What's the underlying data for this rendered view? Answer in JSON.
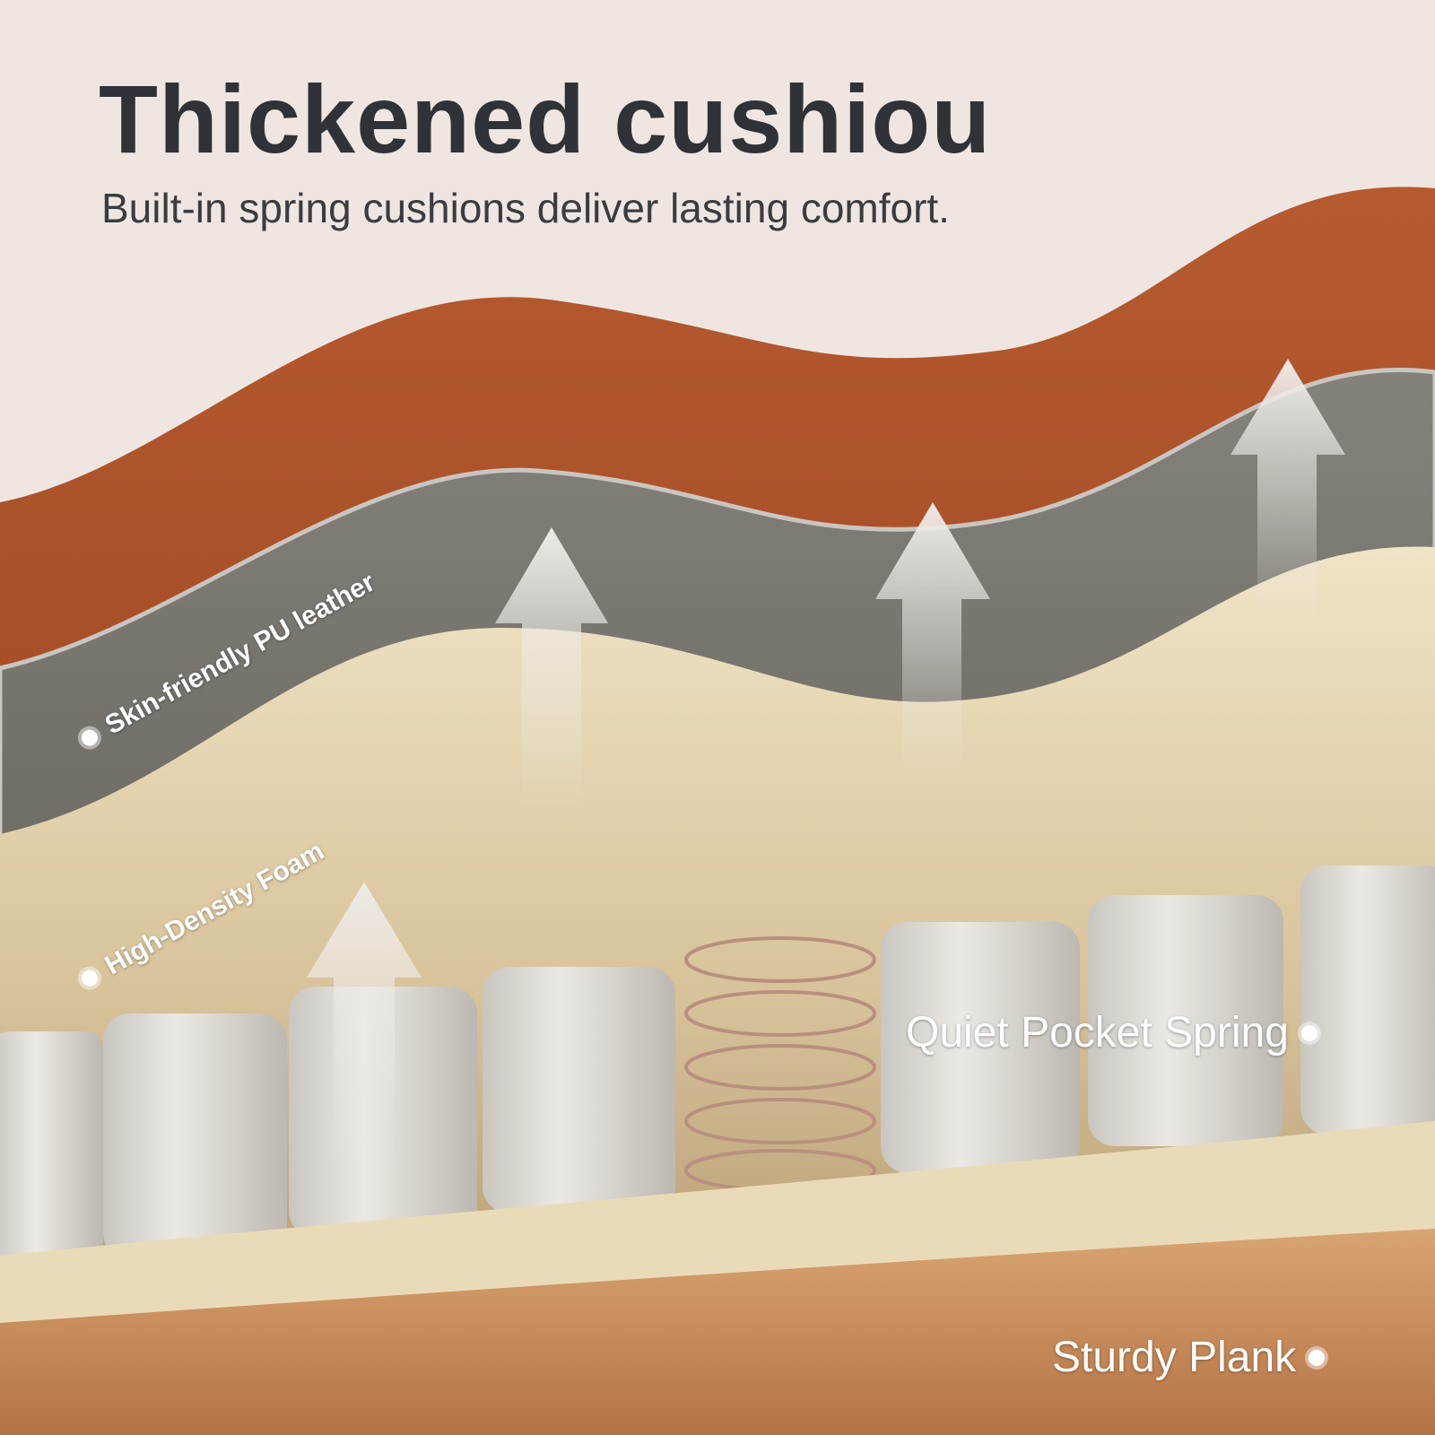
{
  "header": {
    "title": "Thickened cushiou",
    "subtitle": "Built-in spring cushions deliver lasting comfort."
  },
  "labels": {
    "leather": "Skin-friendly PU leather",
    "foam": "High-Density Foam",
    "spring": "Quiet Pocket Spring",
    "plank": "Sturdy Plank"
  },
  "colors": {
    "background": "#f0e6e1",
    "leather": "#a44d27",
    "mesh": "#6e6b65",
    "foam": "#eadcbd",
    "spring": "#dcd8d2",
    "wood": "#c98e5a"
  }
}
